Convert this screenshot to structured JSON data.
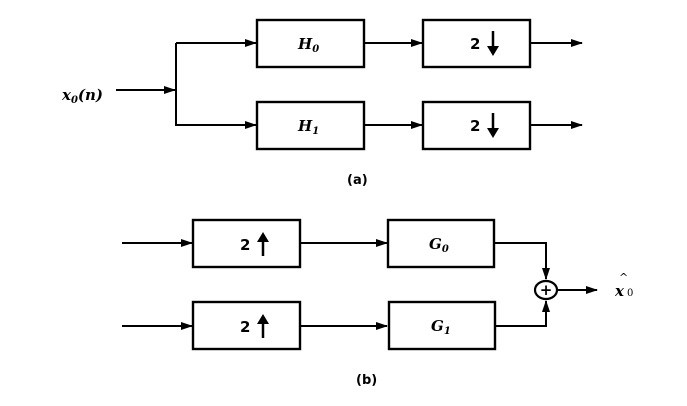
{
  "figure": {
    "part_a": {
      "caption": "(a)",
      "input_label": {
        "main": "x",
        "sub": "0",
        "arg": "(n)"
      },
      "filters": [
        {
          "main": "H",
          "sub": "0"
        },
        {
          "main": "H",
          "sub": "1"
        }
      ],
      "samplers": [
        {
          "factor": "2",
          "direction": "down"
        },
        {
          "factor": "2",
          "direction": "down"
        }
      ]
    },
    "part_b": {
      "caption": "(b)",
      "samplers": [
        {
          "factor": "2",
          "direction": "up"
        },
        {
          "factor": "2",
          "direction": "up"
        }
      ],
      "filters": [
        {
          "main": "G",
          "sub": "0"
        },
        {
          "main": "G",
          "sub": "1"
        }
      ],
      "summer_symbol": "+",
      "output_label": {
        "hat": "^",
        "main": "x",
        "sub": "0"
      }
    }
  }
}
